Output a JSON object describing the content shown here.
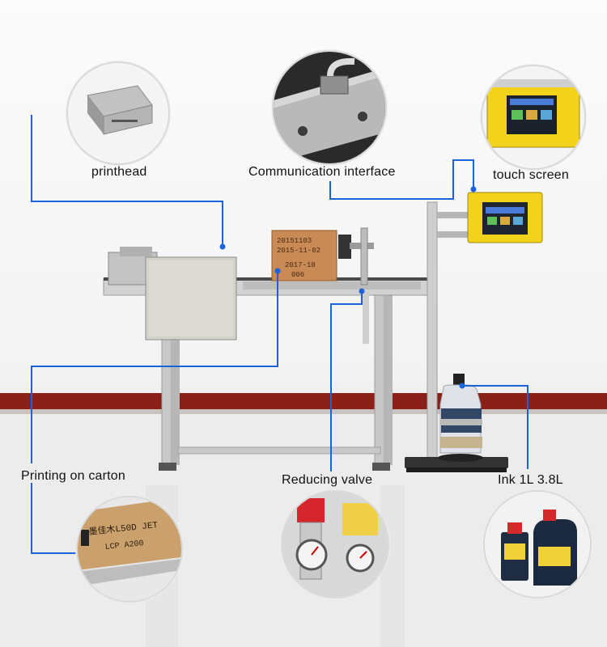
{
  "labels": {
    "printhead": "printhead",
    "communication": "Communication interface",
    "touch_screen": "touch screen",
    "printing_on_carton": "Printing on carton",
    "reducing_valve": "Reducing valve",
    "ink": "Ink 1L 3.8L"
  },
  "carton_text": {
    "line1": "20151103",
    "line2": "2015-11-02",
    "line3": "2017-10",
    "line4": "006"
  },
  "closeup_text": {
    "print_line1": "墨佳木L50D JET",
    "print_line2": "LCP A200"
  },
  "colors": {
    "callout_line": "#1d63d8",
    "screen_housing": "#f2d21a",
    "carton": "#c98a55",
    "wall_stripe": "#8a2018"
  }
}
